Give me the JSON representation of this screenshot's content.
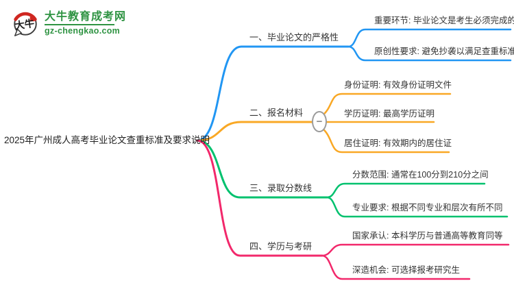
{
  "logo": {
    "site_name": "大牛教育成考网",
    "domain": "gz-chengkao.com",
    "icon_chars": "大牛",
    "brand_green": "#2e9342",
    "seal_red": "#cf2721"
  },
  "topic": {
    "text": "2025年广州成人高考毕业论文查重标准及要求说明"
  },
  "ui": {
    "collapse_glyph": "−"
  },
  "branches": [
    {
      "label": "一、毕业论文的严格性",
      "color": "#2196f3",
      "children": [
        "重要环节: 毕业论文是考生必须完成的",
        "原创性要求: 避免抄袭以满足查重标准"
      ]
    },
    {
      "label": "二、报名材料",
      "color": "#f9a825",
      "children": [
        "身份证明: 有效身份证明文件",
        "学历证明: 最高学历证明",
        "居住证明: 有效期内的居住证"
      ]
    },
    {
      "label": "三、录取分数线",
      "color": "#00c16e",
      "children": [
        "分数范围: 通常在100分到210分之间",
        "专业要求: 根据不同专业和层次有所不同"
      ]
    },
    {
      "label": "四、学历与考研",
      "color": "#f2286b",
      "children": [
        "国家承认: 本科学历与普通高等教育同等",
        "深造机会: 可选择报考研究生"
      ]
    }
  ]
}
